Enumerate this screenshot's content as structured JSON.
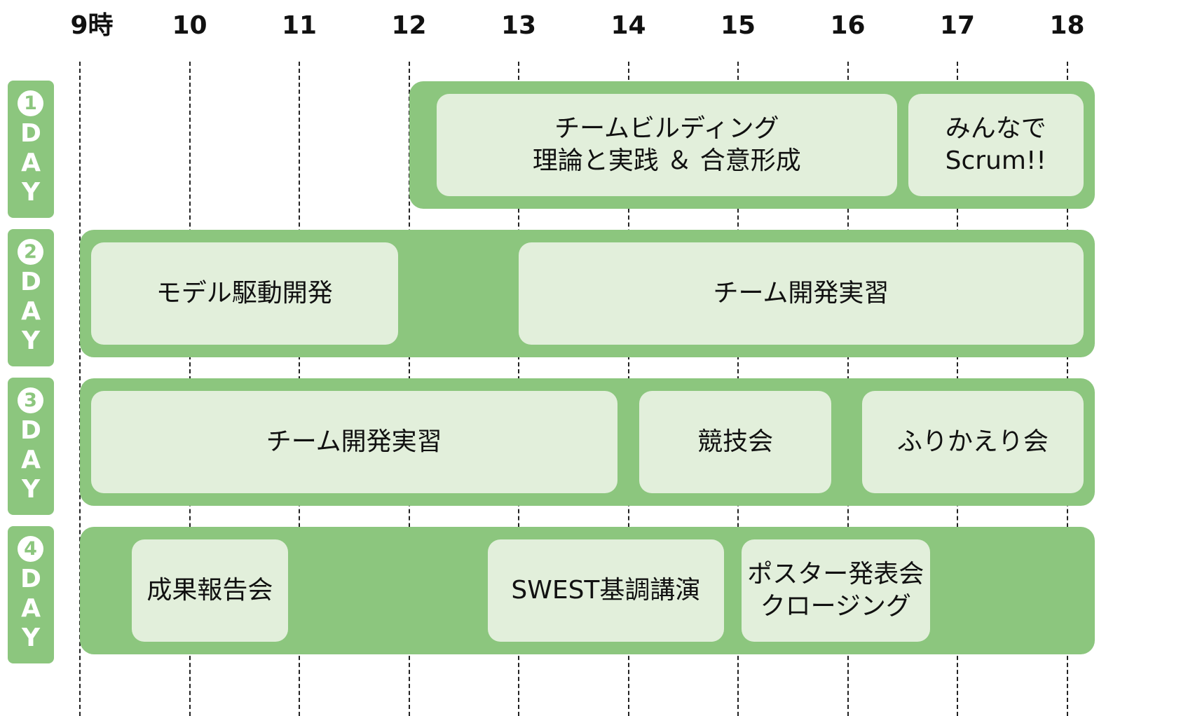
{
  "colors": {
    "band": "#8cc67e",
    "session": "#e2efdb",
    "text": "#111111",
    "badge_text": "#ffffff",
    "gridline": "#222222"
  },
  "hours": [
    "9時",
    "10",
    "11",
    "12",
    "13",
    "14",
    "15",
    "16",
    "17",
    "18"
  ],
  "days": [
    {
      "number": "1",
      "letters": [
        "D",
        "A",
        "Y"
      ],
      "band": {
        "start": 12,
        "end": 18.25
      },
      "sessions": [
        {
          "start": 12.25,
          "end": 16.45,
          "lines": [
            "チームビルディング",
            "理論と実践 ＆ 合意形成"
          ]
        },
        {
          "start": 16.55,
          "end": 18.15,
          "lines": [
            "みんなで",
            "Scrum!!"
          ]
        }
      ]
    },
    {
      "number": "2",
      "letters": [
        "D",
        "A",
        "Y"
      ],
      "band": {
        "start": 9,
        "end": 18.25
      },
      "sessions": [
        {
          "start": 9.1,
          "end": 11.9,
          "lines": [
            "モデル駆動開発"
          ]
        },
        {
          "start": 13,
          "end": 18.15,
          "lines": [
            "チーム開発実習"
          ]
        }
      ]
    },
    {
      "number": "3",
      "letters": [
        "D",
        "A",
        "Y"
      ],
      "band": {
        "start": 9,
        "end": 18.25
      },
      "sessions": [
        {
          "start": 9.1,
          "end": 13.9,
          "lines": [
            "チーム開発実習"
          ]
        },
        {
          "start": 14.1,
          "end": 15.85,
          "lines": [
            "競技会"
          ]
        },
        {
          "start": 16.13,
          "end": 18.15,
          "lines": [
            "ふりかえり会"
          ]
        }
      ]
    },
    {
      "number": "4",
      "letters": [
        "D",
        "A",
        "Y"
      ],
      "band": {
        "start": 9,
        "end": 18.25
      },
      "sessions": [
        {
          "start": 9.47,
          "end": 10.9,
          "lines": [
            "成果報告会"
          ]
        },
        {
          "start": 12.72,
          "end": 14.87,
          "lines": [
            "SWEST基調講演"
          ]
        },
        {
          "start": 15.03,
          "end": 16.75,
          "lines": [
            "ポスター発表会",
            "クロージング"
          ]
        }
      ]
    }
  ]
}
